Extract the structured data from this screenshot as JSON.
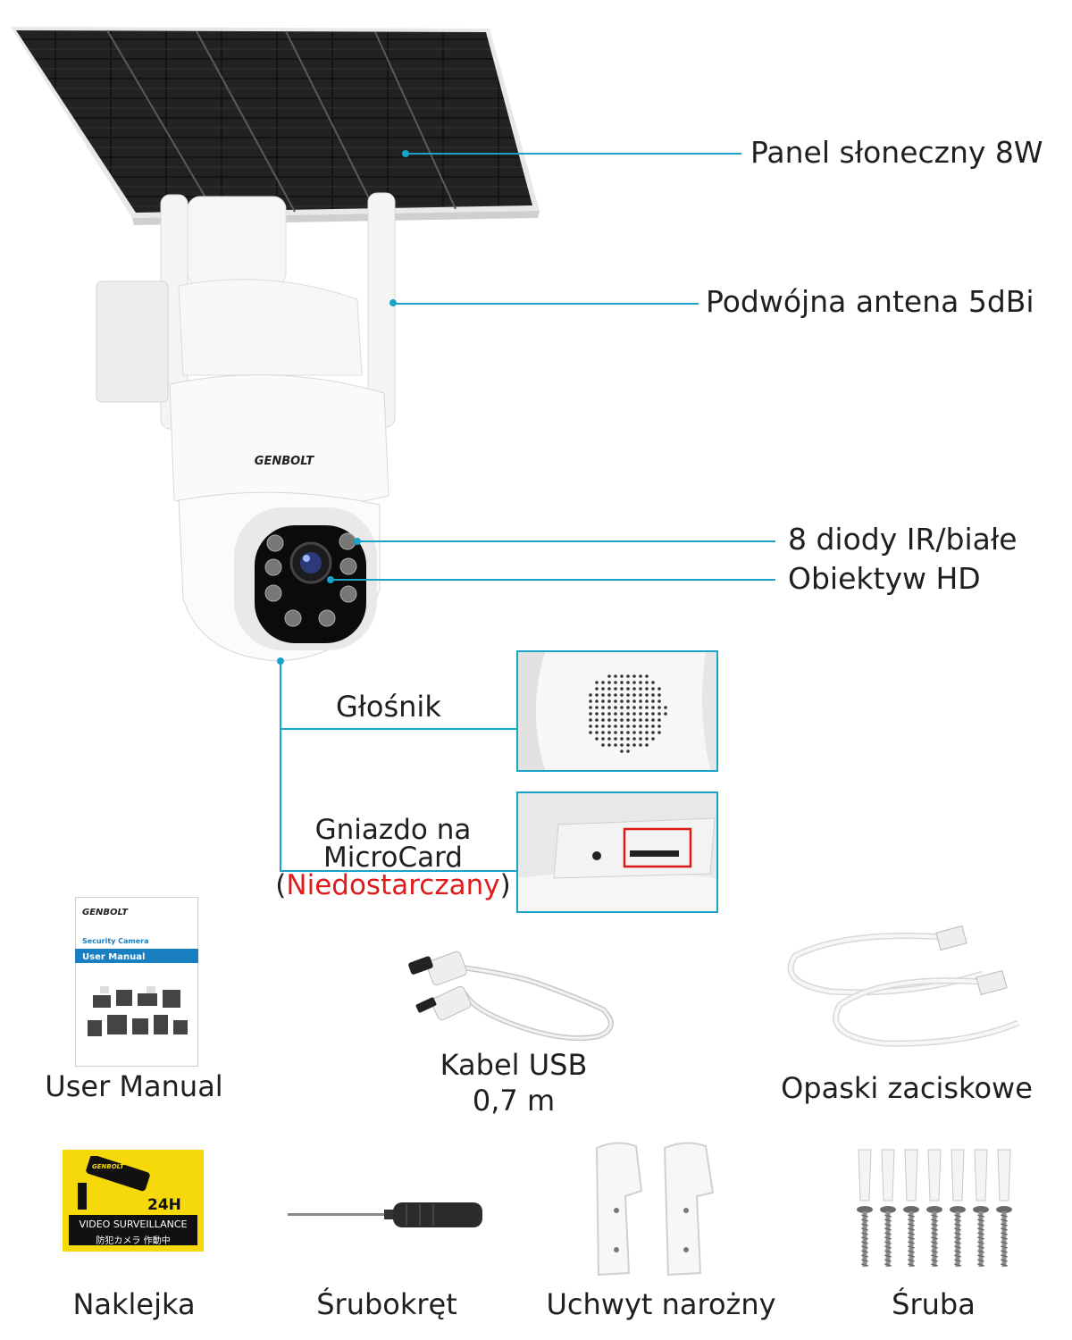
{
  "callouts": {
    "solar_panel": "Panel słoneczny 8W",
    "antenna": "Podwójna antena 5dBi",
    "leds": "8 diody IR/białe",
    "lens": "Obiektyw HD",
    "speaker": "Głośnik",
    "microcard_line1": "Gniazdo na",
    "microcard_line2": "MicroCard",
    "microcard_open": "(",
    "microcard_note": "Niedostarczany",
    "microcard_close": ")"
  },
  "camera": {
    "brand": "GENBOLT"
  },
  "manual": {
    "brand": "GENBOLT",
    "subtitle": "Security Camera",
    "title": "User Manual"
  },
  "sticker": {
    "brand": "GENBOLT",
    "hours": "24H",
    "line1": "VIDEO SURVEILLANCE",
    "line2": "防犯カメラ 作動中"
  },
  "accessories": {
    "manual": "User Manual",
    "usb_line1": "Kabel USB",
    "usb_line2": "0,7 m",
    "ties": "Opaski zaciskowe",
    "sticker": "Naklejka",
    "screwdriver": "Śrubokręt",
    "bracket": "Uchwyt narożny",
    "screw": "Śruba"
  },
  "colors": {
    "accent": "#1aa3c8",
    "note_red": "#e01b1b",
    "sticker_yellow": "#f5d90a"
  }
}
